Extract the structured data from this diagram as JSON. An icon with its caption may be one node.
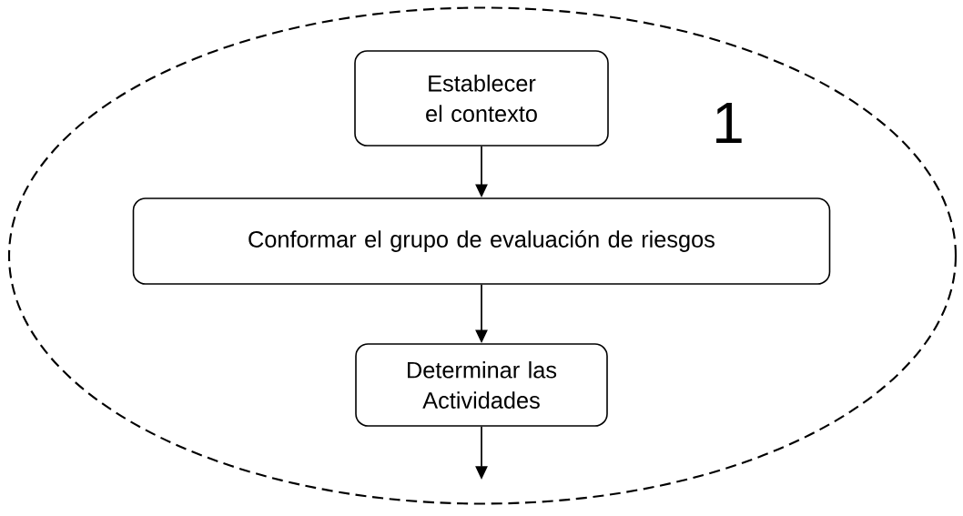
{
  "diagram": {
    "nodes": [
      {
        "text": [
          "1"
        ]
      },
      {
        "text": [
          "Establecer el contexto"
        ],
        "in": 0
      },
      {
        "text": [
          "Conformar el grupo de evaluación de riesgos"
        ],
        "in": 0
      },
      {
        "text": [
          "Determinar las Actividades"
        ],
        "in": 0
      }
    ],
    "edges": [
      {
        "from": 1,
        "to": 2,
        "arrow": "to"
      },
      {
        "from": 2,
        "to": 3,
        "arrow": "to"
      },
      {
        "from": 3,
        "to": null,
        "arrow": "to"
      }
    ]
  }
}
